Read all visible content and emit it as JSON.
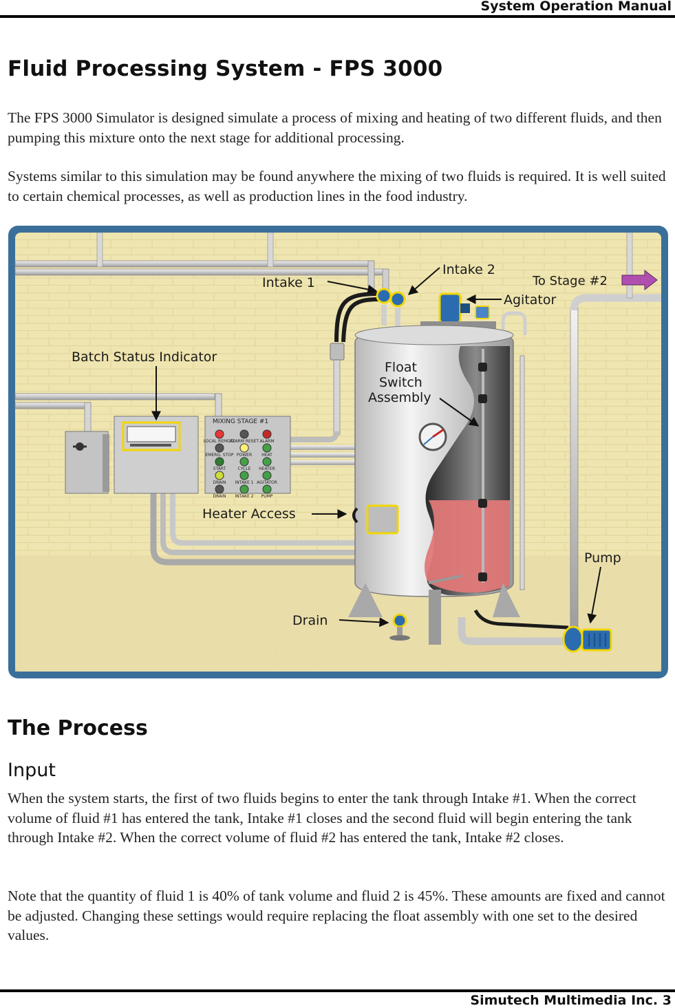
{
  "header": {
    "title": "System Operation Manual"
  },
  "page_title": "Fluid Processing System - FPS 3000",
  "intro": {
    "p1": "The FPS 3000 Simulator is designed simulate a process of mixing and heating of two different fluids, and then pumping this mixture onto the next stage for additional processing.",
    "p2": "Systems similar to this simulation may be found anywhere the mixing of two fluids is required. It is well suited to certain chemical processes, as well as production lines in the food industry."
  },
  "diagram": {
    "labels": {
      "intake1": "Intake 1",
      "intake2": "Intake 2",
      "to_stage": "To Stage #2",
      "agitator": "Agitator",
      "batch_status": "Batch Status Indicator",
      "float_switch_1": "Float",
      "float_switch_2": "Switch",
      "float_switch_3": "Assembly",
      "heater_access": "Heater Access",
      "pump": "Pump",
      "drain": "Drain"
    },
    "panel": {
      "title": "MIXING STAGE #1",
      "lights": [
        {
          "label": "LOCAL REMOTE",
          "color": "#e53935"
        },
        {
          "label": "ALARM RESET",
          "color": "#555555"
        },
        {
          "label": "ALARM",
          "color": "#c62828"
        },
        {
          "label": "EMERG. STOP",
          "color": "#555555"
        },
        {
          "label": "POWER",
          "color": "#fff176"
        },
        {
          "label": "HEAT",
          "color": "#43a047"
        },
        {
          "label": "START",
          "color": "#2e7d32"
        },
        {
          "label": "CYCLE",
          "color": "#43a047"
        },
        {
          "label": "HEATER",
          "color": "#43a047"
        },
        {
          "label": "DRAIN",
          "color": "#cddc39"
        },
        {
          "label": "INTAKE 1",
          "color": "#43a047"
        },
        {
          "label": "AGITATOR",
          "color": "#43a047"
        },
        {
          "label": "DRAIN",
          "color": "#555555"
        },
        {
          "label": "INTAKE 2",
          "color": "#43a047"
        },
        {
          "label": "PUMP",
          "color": "#43a047"
        }
      ]
    },
    "colors": {
      "frame": "#3a6f9a",
      "wall": "#efe5b0",
      "fluid": "#e07878",
      "highlight": "#f2d600",
      "arrow": "#b04fb0"
    }
  },
  "process": {
    "heading": "The Process",
    "subheading": "Input",
    "p1": "When the system starts, the first of two fluids begins to enter the tank through Intake #1. When the correct volume of fluid #1 has entered the tank, Intake #1 closes and the second fluid will begin entering the tank through Intake #2. When the correct volume of fluid #2 has entered the tank, Intake #2 closes.",
    "p2": "Note that the quantity of fluid 1 is 40% of tank volume and fluid 2 is 45%. These amounts are fixed and cannot be adjusted. Changing these settings would require replacing the float assembly with one set to the desired values."
  },
  "footer": {
    "text": "Simutech Multimedia Inc. 3"
  }
}
